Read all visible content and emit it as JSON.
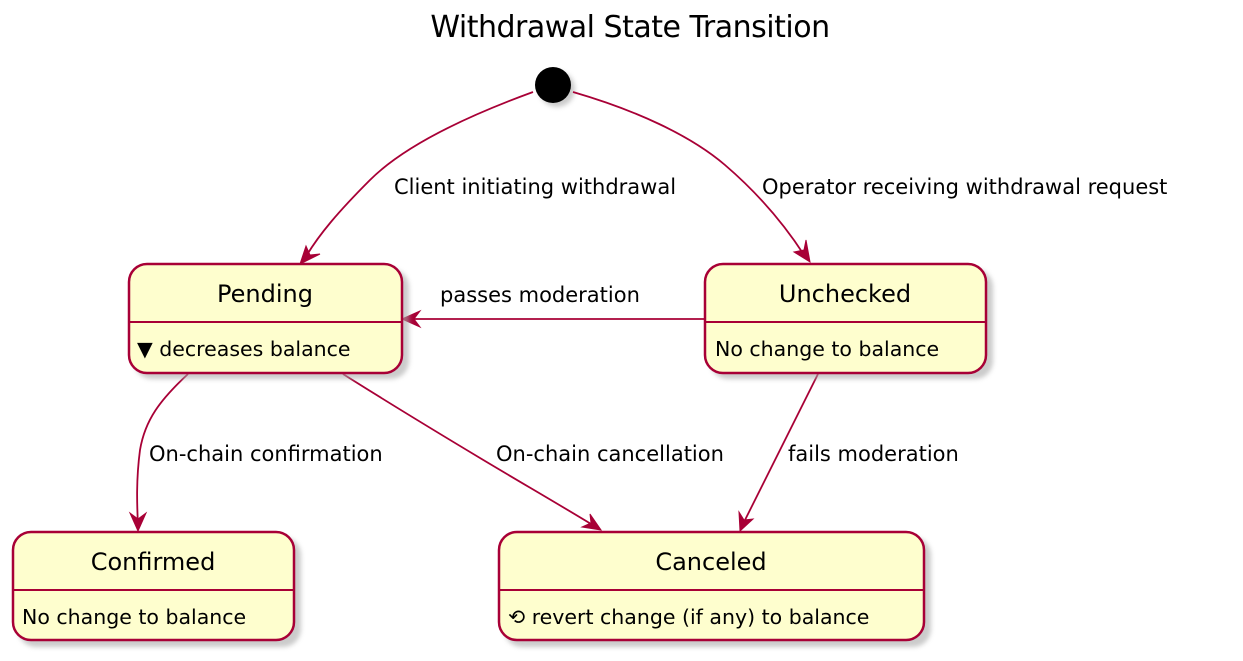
{
  "title": "Withdrawal State Transition",
  "colors": {
    "state_fill": "#FEFECE",
    "state_border": "#A80036",
    "edge": "#A80036",
    "start_node": "#000000"
  },
  "states": [
    {
      "id": "pending",
      "name": "Pending",
      "description": "▼ decreases balance"
    },
    {
      "id": "unchecked",
      "name": "Unchecked",
      "description": "No change to balance"
    },
    {
      "id": "confirmed",
      "name": "Confirmed",
      "description": "No change to balance"
    },
    {
      "id": "canceled",
      "name": "Canceled",
      "description": "⟲ revert change (if any) to balance"
    }
  ],
  "transitions": [
    {
      "from": "start",
      "to": "pending",
      "label": "Client initiating withdrawal"
    },
    {
      "from": "start",
      "to": "unchecked",
      "label": "Operator receiving withdrawal request"
    },
    {
      "from": "unchecked",
      "to": "pending",
      "label": "passes moderation"
    },
    {
      "from": "pending",
      "to": "confirmed",
      "label": "On-chain confirmation"
    },
    {
      "from": "pending",
      "to": "canceled",
      "label": "On-chain cancellation"
    },
    {
      "from": "unchecked",
      "to": "canceled",
      "label": "fails moderation"
    }
  ]
}
